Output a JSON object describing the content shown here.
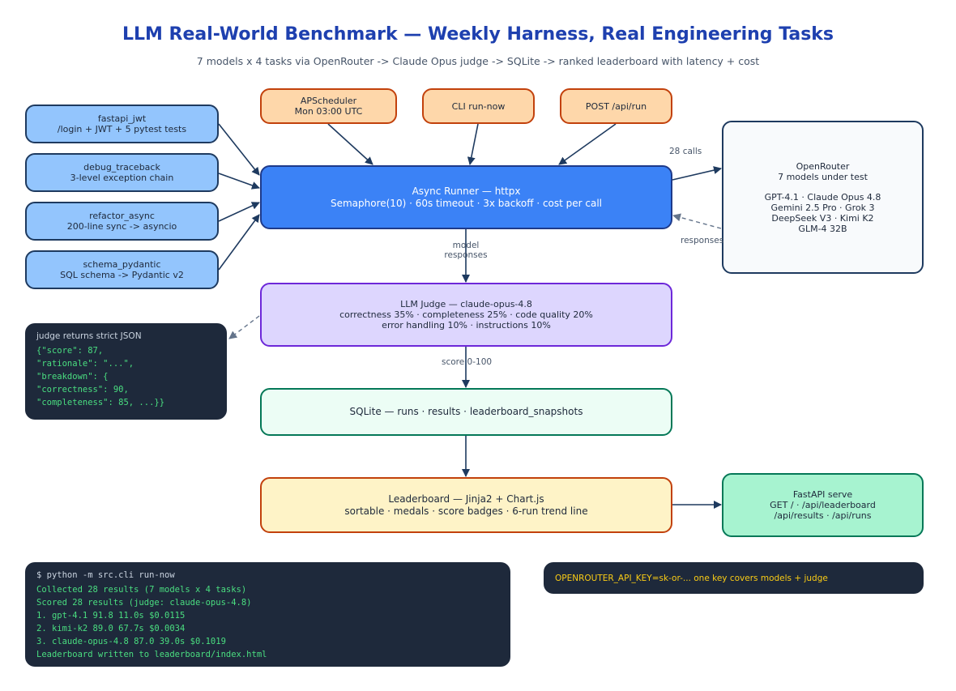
{
  "title": "LLM Real-World Benchmark — Weekly Harness, Real Engineering Tasks",
  "subtitle": "7 models x 4 tasks via OpenRouter -> Claude Opus judge -> SQLite -> ranked leaderboard with latency + cost",
  "tasks": [
    {
      "name": "fastapi_jwt",
      "desc": "/login + JWT + 5 pytest tests"
    },
    {
      "name": "debug_traceback",
      "desc": "3-level exception chain"
    },
    {
      "name": "refactor_async",
      "desc": "200-line sync -> asyncio"
    },
    {
      "name": "schema_pydantic",
      "desc": "SQL schema -> Pydantic v2"
    }
  ],
  "triggers": {
    "scheduler": {
      "line1": "APScheduler",
      "line2": "Mon 03:00 UTC"
    },
    "cli": "CLI run-now",
    "post": "POST /api/run"
  },
  "runner": {
    "line1": "Async Runner — httpx",
    "line2": "Semaphore(10) · 60s timeout · 3x backoff · cost per call"
  },
  "openrouter": {
    "title": "OpenRouter",
    "subtitle": "7 models under test",
    "models": [
      "GPT-4.1 · Claude Opus 4.8",
      "Gemini 2.5 Pro · Grok 3",
      "DeepSeek V3 · Kimi K2",
      "GLM-4 32B"
    ]
  },
  "judge": {
    "line1": "LLM Judge — claude-opus-4.8",
    "line2": "correctness 35% · completeness 25% · code quality 20%",
    "line3": "error handling 10% · instructions 10%"
  },
  "judge_json": {
    "header": "judge returns strict JSON",
    "lines": [
      "{\"score\": 87,",
      "\"rationale\": \"...\",",
      "\"breakdown\": {",
      "\"correctness\": 90,",
      "\"completeness\": 85, ...}}"
    ]
  },
  "sqlite": "SQLite — runs · results · leaderboard_snapshots",
  "leaderboard": {
    "line1": "Leaderboard — Jinja2 + Chart.js",
    "line2": "sortable · medals · score badges · 6-run trend line"
  },
  "fastapi": {
    "line1": "FastAPI serve",
    "line2": "GET / · /api/leaderboard",
    "line3": "/api/results · /api/runs"
  },
  "labels": {
    "calls": "28 calls",
    "responses": "responses",
    "model_responses_1": "model",
    "model_responses_2": "responses",
    "score": "score 0-100"
  },
  "terminal": {
    "command": "$ python -m src.cli run-now",
    "lines": [
      "Collected 28 results (7 models x 4 tasks)",
      "Scored 28 results (judge: claude-opus-4.8)",
      "1. gpt-4.1 91.8 11.0s $0.0115",
      "2. kimi-k2 89.0 67.7s $0.0034",
      "3. claude-opus-4.8 87.0 39.0s $0.1019",
      "Leaderboard written to leaderboard/index.html"
    ]
  },
  "env_note": "OPENROUTER_API_KEY=sk-or-... one key covers models + judge",
  "colors": {
    "title": "#1e40af",
    "runner": "#3b82f6",
    "terminal_bg": "#1e293b",
    "terminal_text": "#4ade80",
    "env_text": "#facc15"
  }
}
